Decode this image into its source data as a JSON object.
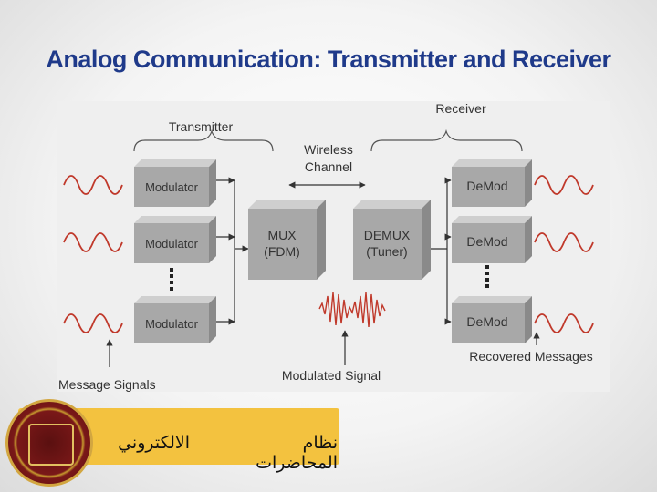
{
  "slide": {
    "title": "Analog Communication: Transmitter and Receiver"
  },
  "diagram": {
    "transmitter_label": "Transmitter",
    "receiver_label": "Receiver",
    "wireless_label_line1": "Wireless",
    "wireless_label_line2": "Channel",
    "modulators": [
      "Modulator",
      "Modulator",
      "Modulator"
    ],
    "demodulators": [
      "DeMod",
      "DeMod",
      "DeMod"
    ],
    "mux_line1": "MUX",
    "mux_line2": "(FDM)",
    "demux_line1": "DEMUX",
    "demux_line2": "(Tuner)",
    "message_signals_label": "Message Signals",
    "modulated_signal_label": "Modulated Signal",
    "recovered_messages_label": "Recovered Messages",
    "colors": {
      "wave": "#c0392b",
      "box_front": "#a8a8a8",
      "box_top": "#cfcfcf",
      "box_side": "#8a8a8a",
      "text": "#333333"
    }
  },
  "footer": {
    "text_right": "نظام المحاضرات",
    "text_left": "الالكتروني"
  },
  "logo": {
    "icon": "university-seal-icon"
  }
}
